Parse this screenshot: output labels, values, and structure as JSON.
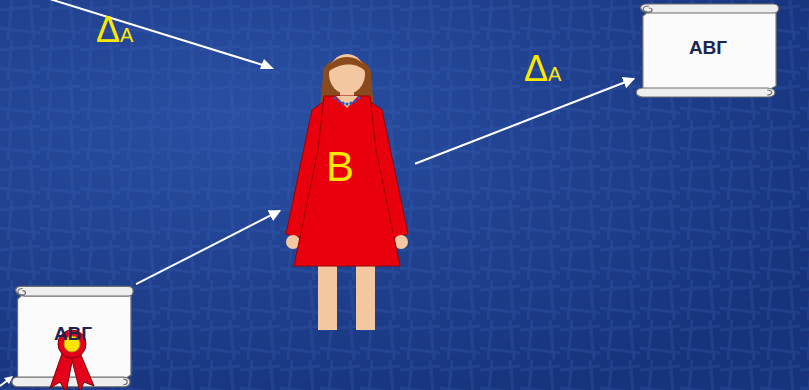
{
  "diagram": {
    "nodes": [
      {
        "text": [
          "АВГ"
        ]
      },
      {
        "text": [
          "B"
        ]
      },
      {
        "text": [
          "АВГ"
        ]
      }
    ],
    "edges": [
      {
        "from": 0,
        "to": 1,
        "arrow": "to"
      },
      {
        "from": 1,
        "to": 2,
        "label": "ΔA",
        "arrow": "to"
      }
    ],
    "labels": [
      "ΔA"
    ]
  }
}
